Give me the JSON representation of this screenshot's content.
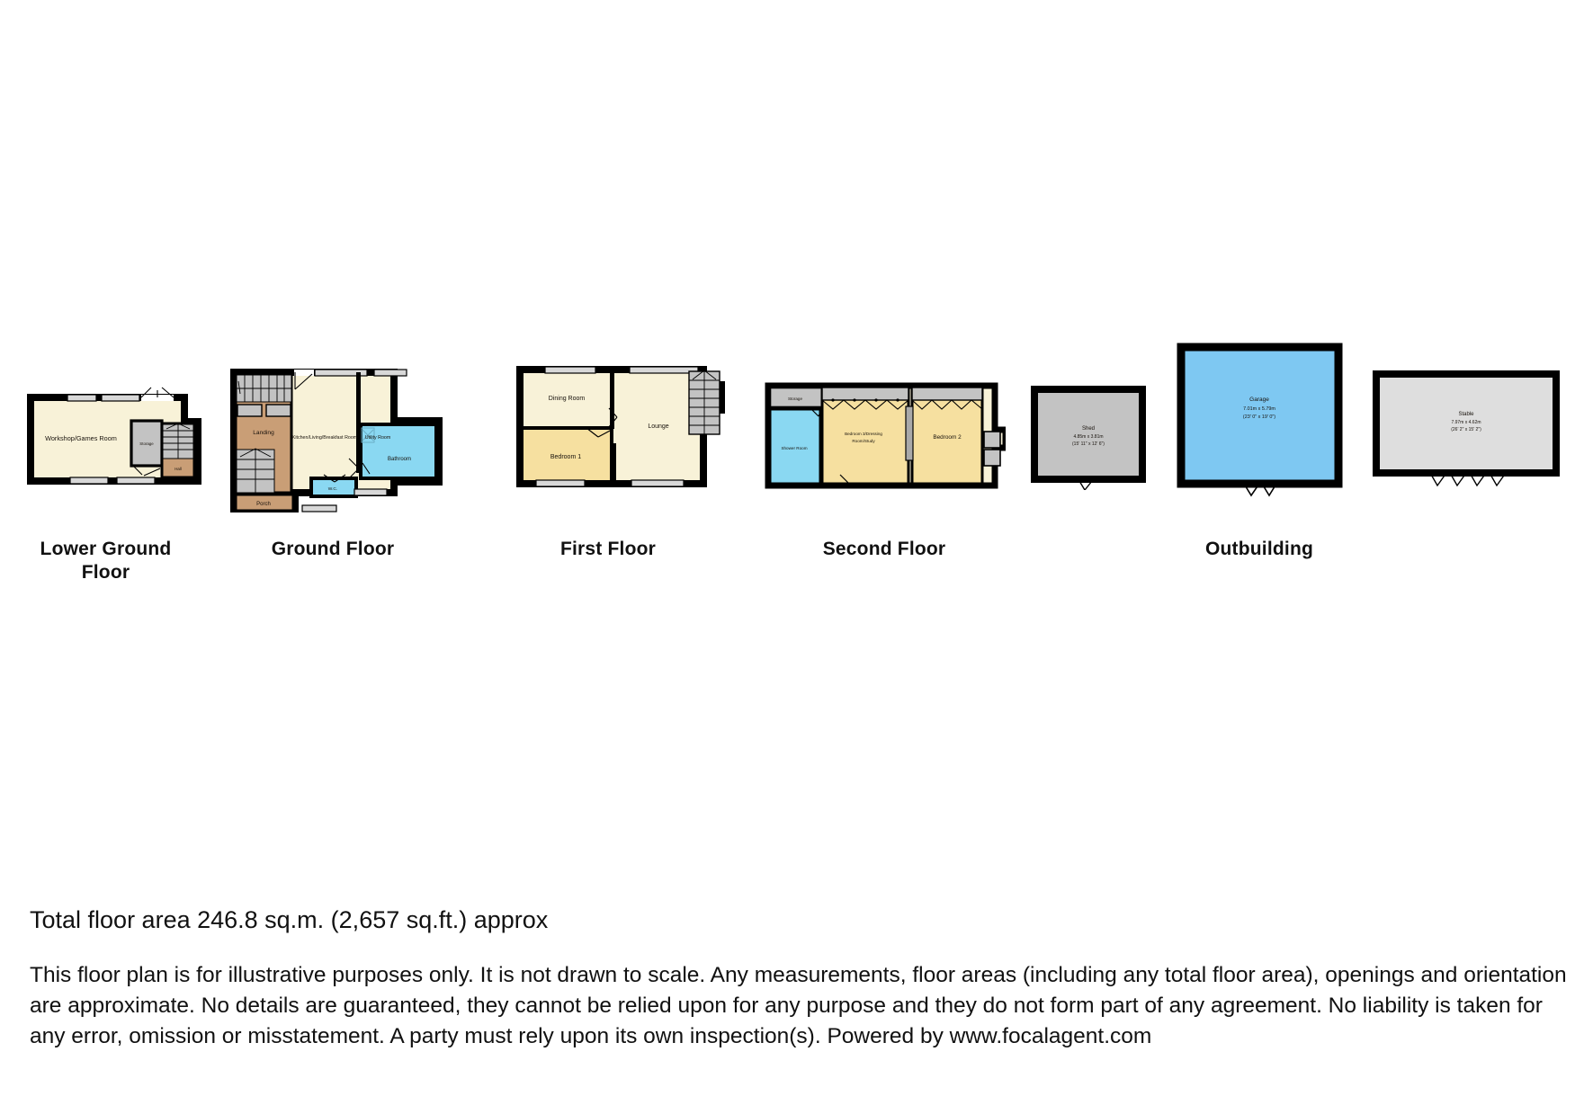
{
  "document": {
    "type": "floor-plan",
    "total_area_text": "Total floor area 246.8 sq.m. (2,657 sq.ft.) approx",
    "disclaimer": "This floor plan is for illustrative purposes only. It is not drawn to scale. Any measurements, floor areas (including any total floor area), openings and orientation are approximate. No details are guaranteed, they cannot be relied upon for any purpose and they do not form part of any agreement. No liability is taken for any error, omission or misstatement. A party must rely upon its own inspection(s). Powered by www.focalagent.com"
  },
  "colors": {
    "wall": "#000000",
    "cream": "#f8f2d8",
    "beige_floor": "#f6edc9",
    "tan": "#c99e76",
    "cyan": "#8ad8f2",
    "yellow": "#f6e0a0",
    "grey": "#c3c3c3",
    "grey_dark": "#a9a9a9",
    "blue": "#7ec8f2",
    "window": "#d8d8d8",
    "text": "#17110b"
  },
  "floors": [
    {
      "id": "lower-ground-floor",
      "title": "Lower Ground Floor",
      "title_lines": [
        "Lower Ground",
        "Floor"
      ],
      "rooms": [
        {
          "name": "Workshop/Games Room",
          "label": "Workshop/Games Room",
          "fill": "cream"
        },
        {
          "name": "Storage",
          "label": "Storage",
          "fill": "grey"
        },
        {
          "name": "Hall",
          "label": "Hall",
          "fill": "tan"
        }
      ]
    },
    {
      "id": "ground-floor",
      "title": "Ground Floor",
      "title_lines": [
        "Ground Floor"
      ],
      "rooms": [
        {
          "name": "Landing",
          "label": "Landing",
          "fill": "tan"
        },
        {
          "name": "Porch",
          "label": "Porch",
          "fill": "tan"
        },
        {
          "name": "Kitchen/Living/Breakfast Room",
          "label": "Kitchen/Living/Breakfast Room",
          "fill": "cream"
        },
        {
          "name": "Utility Room",
          "label": "Utility Room",
          "fill": "cream"
        },
        {
          "name": "Bathroom",
          "label": "Bathroom",
          "fill": "cyan"
        },
        {
          "name": "W.C.",
          "label": "W.C.",
          "fill": "cyan"
        }
      ]
    },
    {
      "id": "first-floor",
      "title": "First Floor",
      "title_lines": [
        "First Floor"
      ],
      "rooms": [
        {
          "name": "Dining Room",
          "label": "Dining Room",
          "fill": "cream"
        },
        {
          "name": "Lounge",
          "label": "Lounge",
          "fill": "cream"
        },
        {
          "name": "Bedroom 1",
          "label": "Bedroom 1",
          "fill": "yellow"
        }
      ]
    },
    {
      "id": "second-floor",
      "title": "Second Floor",
      "title_lines": [
        "Second Floor"
      ],
      "rooms": [
        {
          "name": "Storage",
          "label": "Storage",
          "fill": "grey"
        },
        {
          "name": "Shower Room",
          "label": "Shower Room",
          "fill": "cyan"
        },
        {
          "name": "Bedroom 3/Dressing Room/Study",
          "label_lines": [
            "Bedroom 3/Dressing",
            "Room/Study"
          ],
          "fill": "yellow"
        },
        {
          "name": "Bedroom 2",
          "label": "Bedroom 2",
          "fill": "yellow"
        }
      ]
    },
    {
      "id": "outbuilding",
      "title": "Outbuilding",
      "title_lines": [
        "Outbuilding"
      ],
      "rooms": [
        {
          "name": "Shed",
          "label": "Shed",
          "dim_metric": "4.85m x 3.81m",
          "dim_imperial": "(15' 11\" x 12' 6\")",
          "fill": "grey"
        },
        {
          "name": "Garage",
          "label": "Garage",
          "dim_metric": "7.01m x 5.79m",
          "dim_imperial": "(23' 0\" x 19' 0\")",
          "fill": "blue"
        },
        {
          "name": "Stable",
          "label": "Stable",
          "dim_metric": "7.97m x 4.62m",
          "dim_imperial": "(26' 2\" x 15' 2\")",
          "fill": "grey_dark"
        }
      ]
    }
  ],
  "labels": {
    "lower_ground": {
      "workshop": "Workshop/Games Room",
      "storage": "Storage",
      "hall": "Hall",
      "title1": "Lower Ground",
      "title2": "Floor"
    },
    "ground": {
      "landing": "Landing",
      "porch": "Porch",
      "kitchen": "Kitchen/Living/Breakfast Room",
      "utility": "Utility Room",
      "bathroom": "Bathroom",
      "wc": "W.C.",
      "title": "Ground Floor"
    },
    "first": {
      "dining": "Dining Room",
      "lounge": "Lounge",
      "bedroom1": "Bedroom 1",
      "title": "First Floor"
    },
    "second": {
      "storage": "Storage",
      "shower": "Shower Room",
      "bed3_line1": "Bedroom 3/Dressing",
      "bed3_line2": "Room/Study",
      "bedroom2": "Bedroom 2",
      "title": "Second Floor"
    },
    "outbuilding": {
      "shed": "Shed",
      "shed_m": "4.85m x 3.81m",
      "shed_i": "(15' 11\" x 12' 6\")",
      "garage": "Garage",
      "garage_m": "7.01m x 5.79m",
      "garage_i": "(23' 0\" x 19' 0\")",
      "stable": "Stable",
      "stable_m": "7.97m x 4.62m",
      "stable_i": "(26' 2\" x 15' 2\")",
      "title": "Outbuilding"
    }
  }
}
